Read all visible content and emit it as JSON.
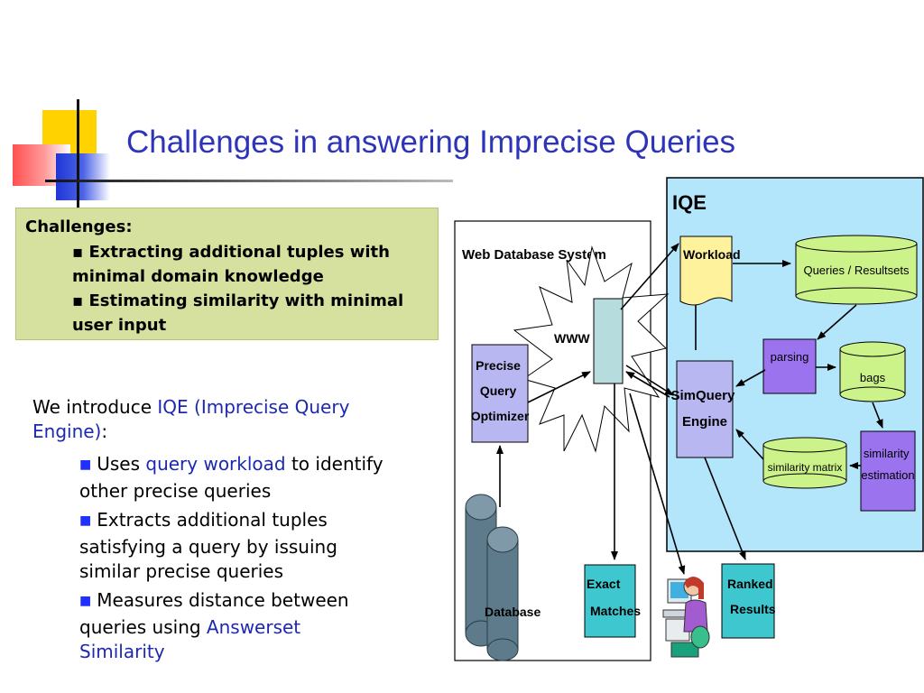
{
  "title": "Challenges in answering Imprecise Queries",
  "challenges": {
    "heading": "Challenges:",
    "items": [
      "Extracting additional tuples with minimal domain knowledge",
      "Estimating similarity with minimal user input"
    ]
  },
  "intro": {
    "prefix": "We introduce ",
    "highlight": "IQE (Imprecise Query Engine)",
    "suffix": ":"
  },
  "bullets": [
    {
      "pre": "Uses ",
      "hl": "query workload",
      "post": " to identify other precise queries"
    },
    {
      "pre": "Extracts additional tuples satisfying a query by issuing similar precise queries",
      "hl": "",
      "post": ""
    },
    {
      "pre": "Measures distance between queries using ",
      "hl": "Answerset Similarity",
      "post": ""
    }
  ],
  "diagram": {
    "iqe_label": "IQE",
    "web_db_label": "Web Database System",
    "www_label": "WWW",
    "precise_optimizer": "Precise Query Optimizer",
    "database": "Database",
    "workload": "Workload",
    "queries_resultsets": "Queries / Resultsets",
    "parsing": "parsing",
    "bags": "bags",
    "simquery_engine": "SimQuery Engine",
    "similarity_matrix": "similarity matrix",
    "similarity_estimation": "similarity estimation",
    "exact_matches": "Exact Matches",
    "ranked_results": "Ranked Results"
  },
  "colors": {
    "title": "#2d34b8",
    "challenge_box": "#d6e1a0",
    "iqe_panel": "#b3e5fb",
    "purple_box": "#9b73ef",
    "lavender_box": "#b9b7f2",
    "green_cylinder": "#ccf28a",
    "workload_note": "#fff29c",
    "teal_box": "#3fc7cf",
    "db_cylinder": "#5e7b8c"
  }
}
